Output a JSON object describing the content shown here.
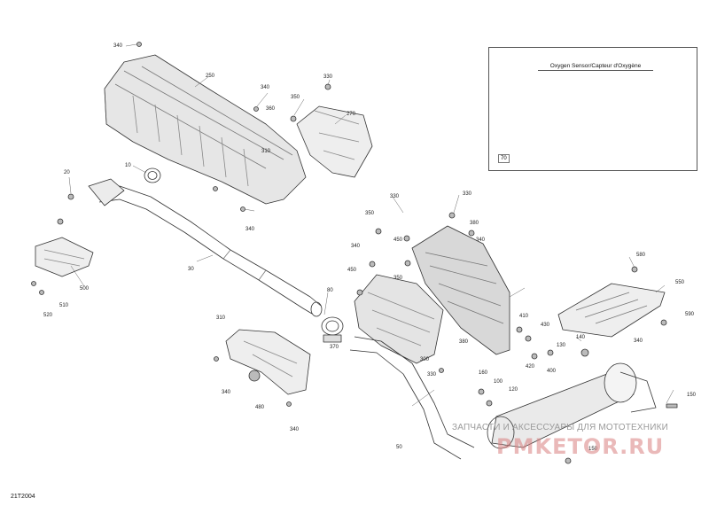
{
  "inset": {
    "title": "Oxygen Sensor/Capteur d'Oxygène",
    "ref": "70"
  },
  "drawing_id": "21T2004",
  "watermark": {
    "text": "ЗАПЧАСТИ И АКСЕССУАРЫ ДЛЯ МОТОТЕХНИКИ",
    "brand": "PMKETOR.RU"
  },
  "callouts": [
    "340",
    "250",
    "340",
    "330",
    "360",
    "350",
    "270",
    "10",
    "20",
    "340",
    "310",
    "30",
    "330",
    "350",
    "380",
    "340",
    "450",
    "340",
    "350",
    "330",
    "500",
    "510",
    "520",
    "80",
    "450",
    "310",
    "370",
    "340",
    "480",
    "340",
    "330",
    "300",
    "380",
    "410",
    "430",
    "420",
    "400",
    "130",
    "160",
    "100",
    "120",
    "50",
    "550",
    "580",
    "590",
    "150",
    "140",
    "150",
    "340"
  ],
  "colors": {
    "line": "#333333",
    "shade": "#cfcfcf",
    "watermark": "#d98080"
  }
}
